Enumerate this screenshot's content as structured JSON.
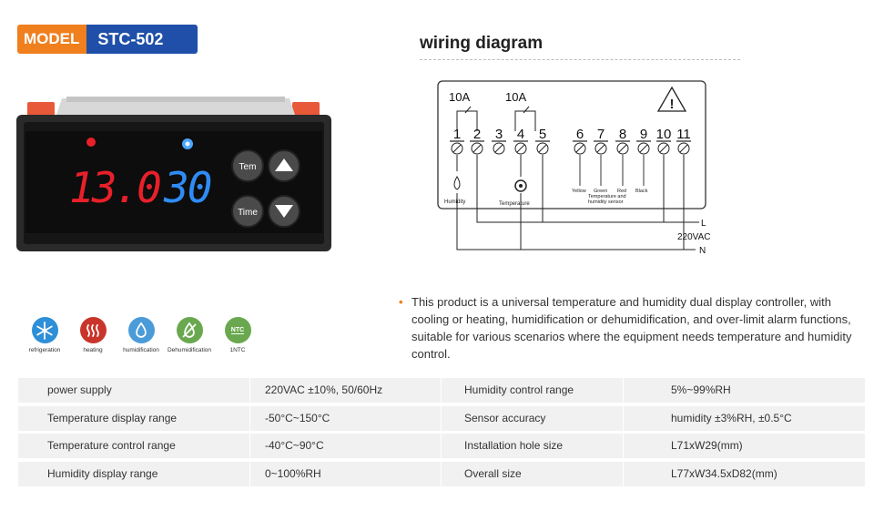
{
  "model": {
    "label": "MODEL",
    "value": "STC-502"
  },
  "device": {
    "temperature_reading": "13.0",
    "humidity_reading": "30",
    "buttons": {
      "tem": "Tem",
      "time": "Time"
    }
  },
  "wiring": {
    "title": "wiring diagram",
    "relay_ratings": [
      "10A",
      "10A"
    ],
    "terminals": [
      "1",
      "2",
      "3",
      "4",
      "5",
      "6",
      "7",
      "8",
      "9",
      "10",
      "11"
    ],
    "humidity_label": "Humidity",
    "temperature_label": "Temperature",
    "sensor_wires": [
      "Yellow",
      "Green",
      "Red",
      "Black"
    ],
    "sensor_label_line1": "Temperature and",
    "sensor_label_line2": "humidity sensor",
    "line_label": "L",
    "voltage_label": "220VAC",
    "neutral_label": "N"
  },
  "description": "This product is a universal temperature and humidity dual display controller, with cooling or heating, humidification or dehumidification, and over-limit alarm functions, suitable for various scenarios where the equipment needs temperature and humidity control.",
  "functions": [
    {
      "name": "refrigeration",
      "color": "#2d8fd8",
      "icon": "snowflake-icon"
    },
    {
      "name": "heating",
      "color": "#c9352b",
      "icon": "heat-icon"
    },
    {
      "name": "humidification",
      "color": "#4b9bd9",
      "icon": "droplet-icon"
    },
    {
      "name": "Dehumidification",
      "color": "#6aa84f",
      "icon": "no-droplet-icon"
    },
    {
      "name": "1NTC",
      "color": "#6aa84f",
      "icon": "ntc-icon",
      "badge": "NTC"
    }
  ],
  "specs": [
    [
      "power supply",
      "220VAC ±10%, 50/60Hz",
      "Humidity control range",
      "5%~99%RH"
    ],
    [
      "Temperature display range",
      "-50°C~150°C",
      "Sensor accuracy",
      "humidity ±3%RH, ±0.5°C"
    ],
    [
      "Temperature control range",
      "-40°C~90°C",
      "Installation hole size",
      "L71xW29(mm)"
    ],
    [
      "Humidity display range",
      "0~100%RH",
      "Overall size",
      "L77xW34.5xD82(mm)"
    ]
  ],
  "colors": {
    "orange": "#f07f1e",
    "navy": "#1f4fa8",
    "red_digits": "#e8202a",
    "blue_digits": "#2f8cf5"
  }
}
